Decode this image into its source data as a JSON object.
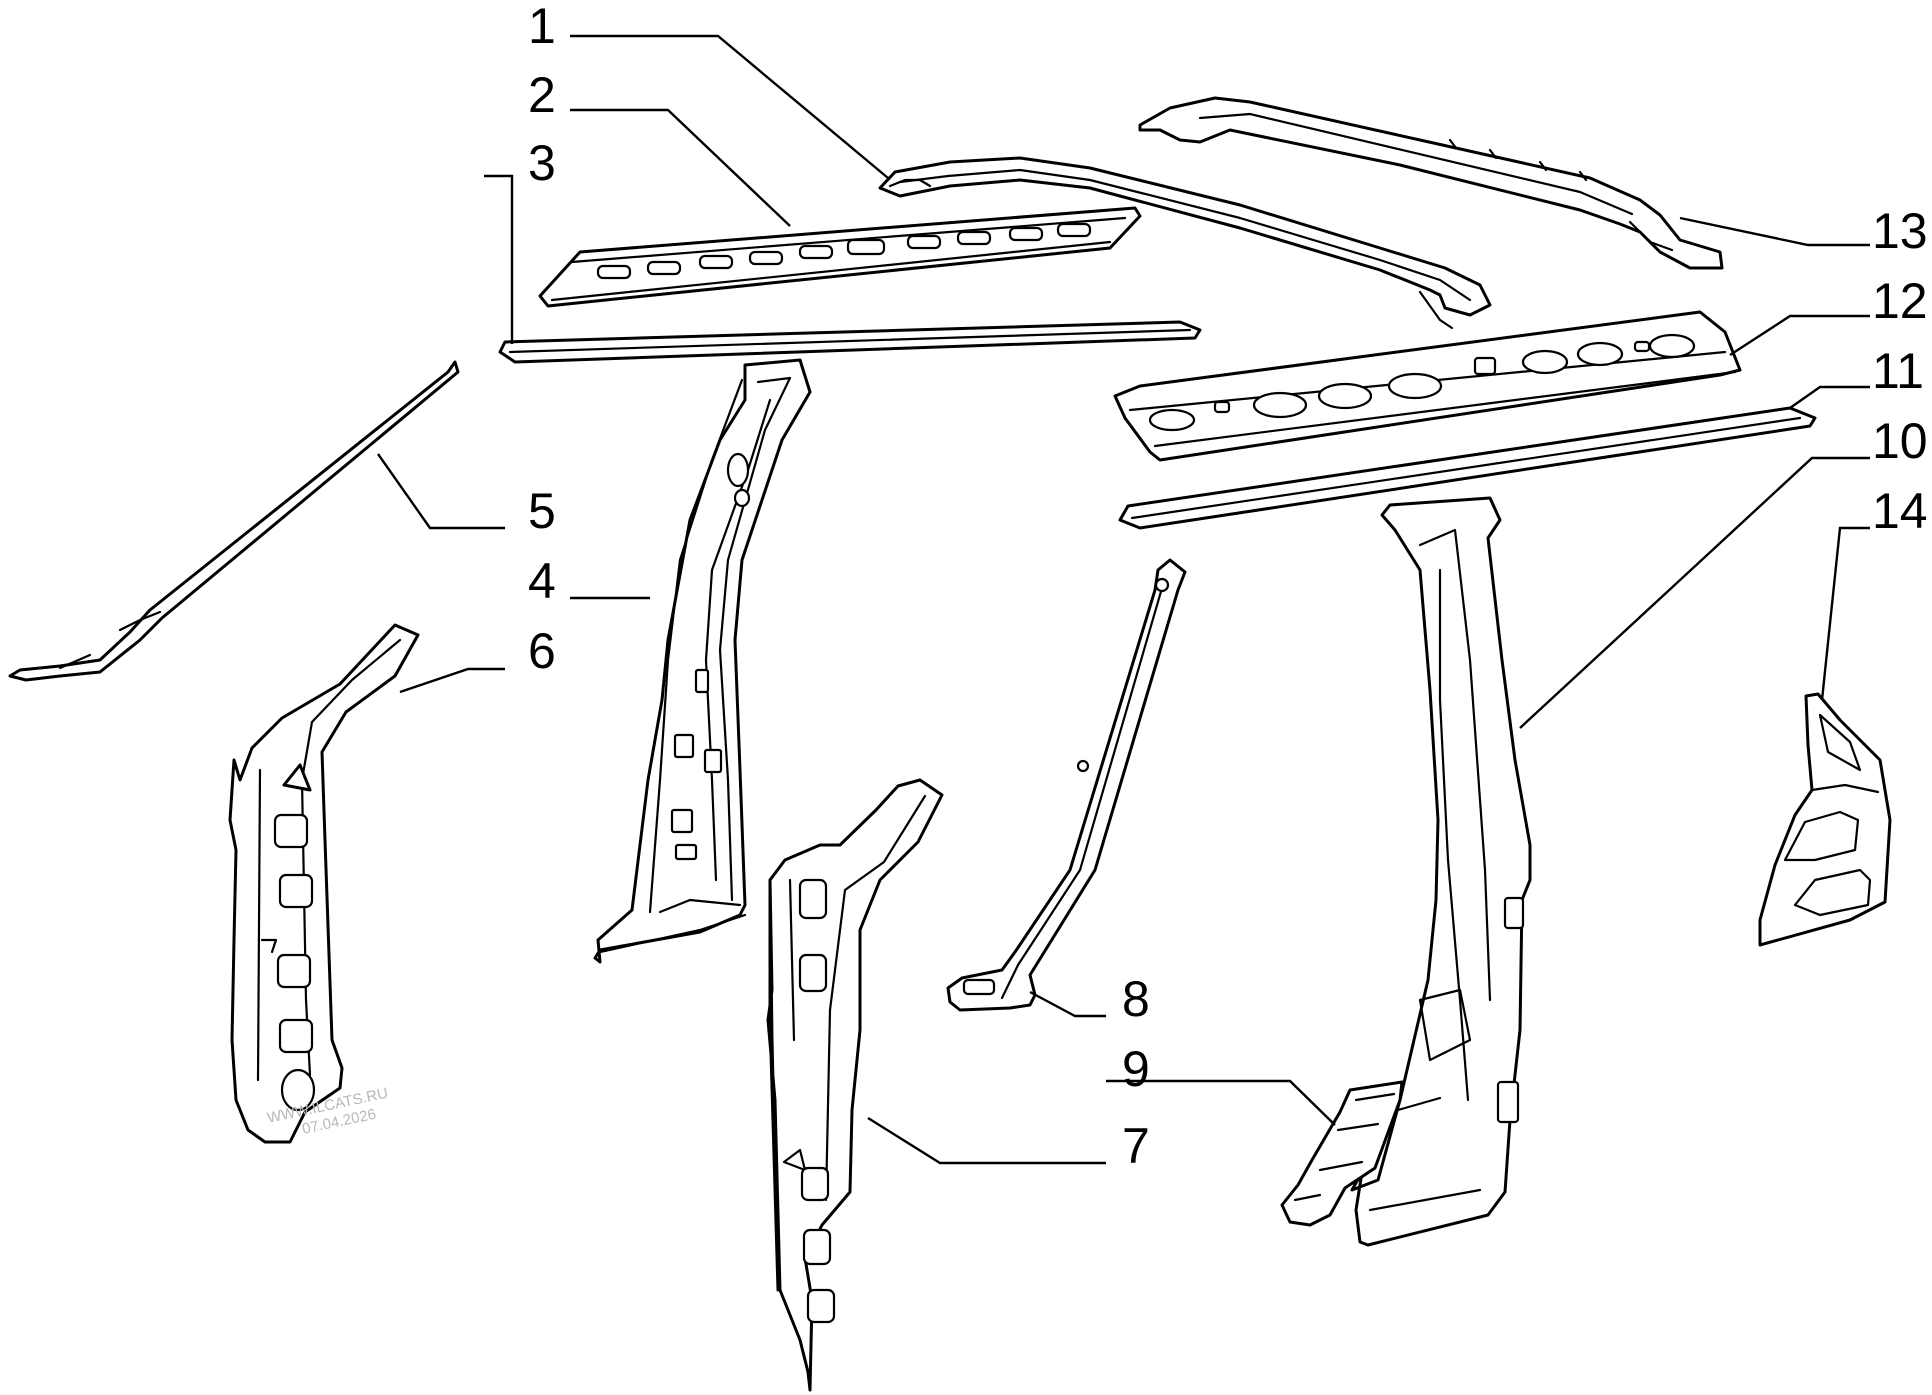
{
  "callouts": [
    {
      "id": "1",
      "label": "1"
    },
    {
      "id": "2",
      "label": "2"
    },
    {
      "id": "3",
      "label": "3"
    },
    {
      "id": "4",
      "label": "4"
    },
    {
      "id": "5",
      "label": "5"
    },
    {
      "id": "6",
      "label": "6"
    },
    {
      "id": "7",
      "label": "7"
    },
    {
      "id": "8",
      "label": "8"
    },
    {
      "id": "9",
      "label": "9"
    },
    {
      "id": "10",
      "label": "10"
    },
    {
      "id": "11",
      "label": "11"
    },
    {
      "id": "12",
      "label": "12"
    },
    {
      "id": "13",
      "label": "13"
    },
    {
      "id": "14",
      "label": "14"
    }
  ],
  "watermark": {
    "line1": "WWW.ILCATS.RU",
    "line2": "07.04.2026"
  },
  "colors": {
    "ink": "#000000",
    "paper": "#ffffff",
    "watermark": "#b8b8b8"
  }
}
